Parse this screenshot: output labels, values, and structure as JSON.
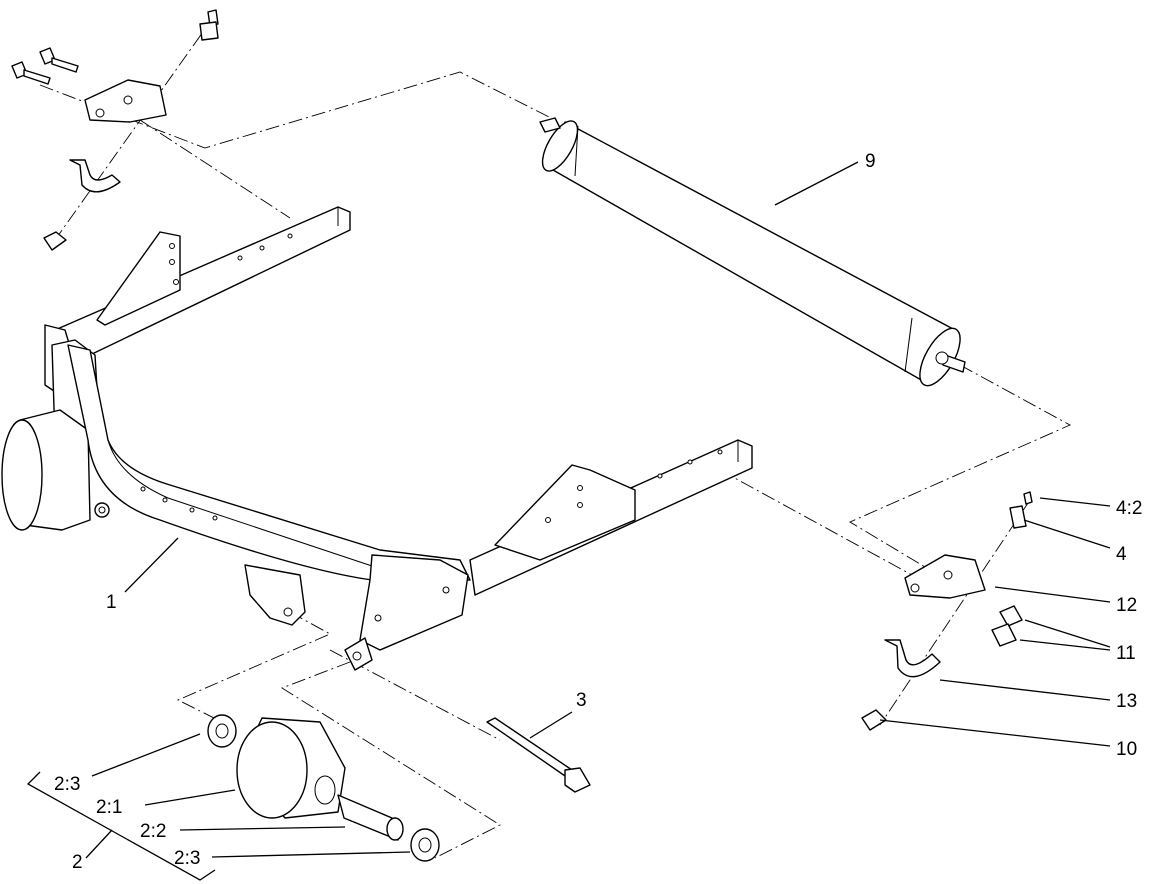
{
  "callouts": {
    "c1": "1",
    "c2": "2",
    "c2_1": "2:1",
    "c2_2": "2:2",
    "c2_3a": "2:3",
    "c2_3b": "2:3",
    "c3": "3",
    "c4": "4",
    "c4_2": "4:2",
    "c9": "9",
    "c10": "10",
    "c11": "11",
    "c12": "12",
    "c13": "13"
  }
}
